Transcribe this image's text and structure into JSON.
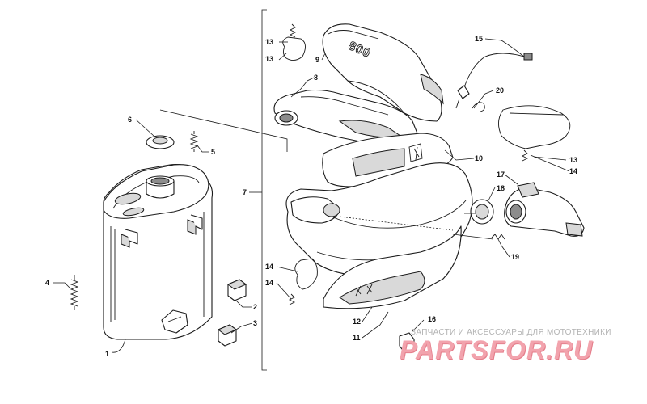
{
  "callouts": {
    "c1": "1",
    "c2": "2",
    "c3": "3",
    "c4": "4",
    "c5": "5",
    "c6": "6",
    "c7": "7",
    "c8": "8",
    "c9": "9",
    "c10": "10",
    "c11": "11",
    "c12": "12",
    "c13a": "13",
    "c13b": "13",
    "c13c": "13",
    "c14a": "14",
    "c14b": "14",
    "c14c": "14",
    "c15": "15",
    "c16": "16",
    "c17": "17",
    "c18": "18",
    "c19": "19",
    "c20": "20"
  },
  "pipe_marking": "800",
  "watermark": {
    "tagline": "ЗАПЧАСТИ И АКСЕССУАРЫ ДЛЯ МОТОТЕХНИКИ",
    "logo": "PARTSFOR.RU"
  },
  "colors": {
    "line": "#1a1a1a",
    "watermark_logo": "#f2a3ad",
    "watermark_text": "#b3b3b3"
  }
}
